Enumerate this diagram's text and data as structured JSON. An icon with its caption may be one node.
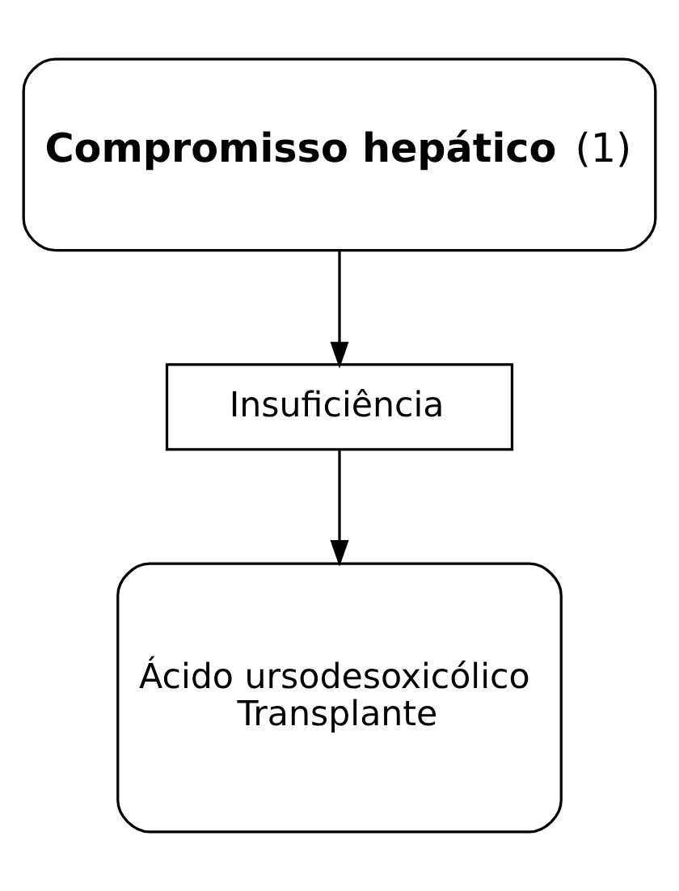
{
  "diagram": {
    "nodes": [
      {
        "text": [
          "**Compromisso hepático** (1)"
        ]
      },
      {
        "text": [
          "Insuficiência"
        ]
      },
      {
        "text": [
          "Ácido ursodesoxicólico",
          "Transplante"
        ]
      }
    ],
    "edges": [
      {
        "from": 0,
        "to": 1,
        "arrow": "to"
      },
      {
        "from": 1,
        "to": 2,
        "arrow": "to"
      }
    ]
  }
}
